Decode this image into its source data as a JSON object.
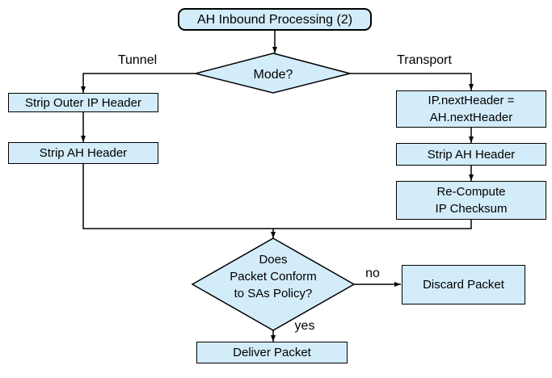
{
  "diagram": {
    "title": "AH Inbound Processing flowchart",
    "colors": {
      "shape_fill": "#d3ecfa",
      "shape_border": "#000000",
      "connector": "#000000",
      "background": "#ffffff",
      "text": "#000000"
    },
    "nodes": {
      "start": {
        "label": "AH Inbound Processing (2)",
        "shape": "rounded-rect"
      },
      "mode": {
        "label": "Mode?",
        "shape": "diamond"
      },
      "strip_outer_ip": {
        "label": "Strip Outer IP Header",
        "shape": "rect"
      },
      "strip_ah_left": {
        "label": "Strip AH Header",
        "shape": "rect"
      },
      "ip_next_header": {
        "label": "IP.nextHeader =\nAH.nextHeader",
        "shape": "rect"
      },
      "strip_ah_right": {
        "label": "Strip AH Header",
        "shape": "rect"
      },
      "recompute_checksum": {
        "label": "Re-Compute\nIP Checksum",
        "shape": "rect"
      },
      "policy_check": {
        "label": "Does\nPacket Conform\nto SAs Policy?",
        "shape": "diamond"
      },
      "discard": {
        "label": "Discard Packet",
        "shape": "rect"
      },
      "deliver": {
        "label": "Deliver Packet",
        "shape": "rect"
      }
    },
    "edge_labels": {
      "tunnel": "Tunnel",
      "transport": "Transport",
      "no": "no",
      "yes": "yes"
    }
  }
}
